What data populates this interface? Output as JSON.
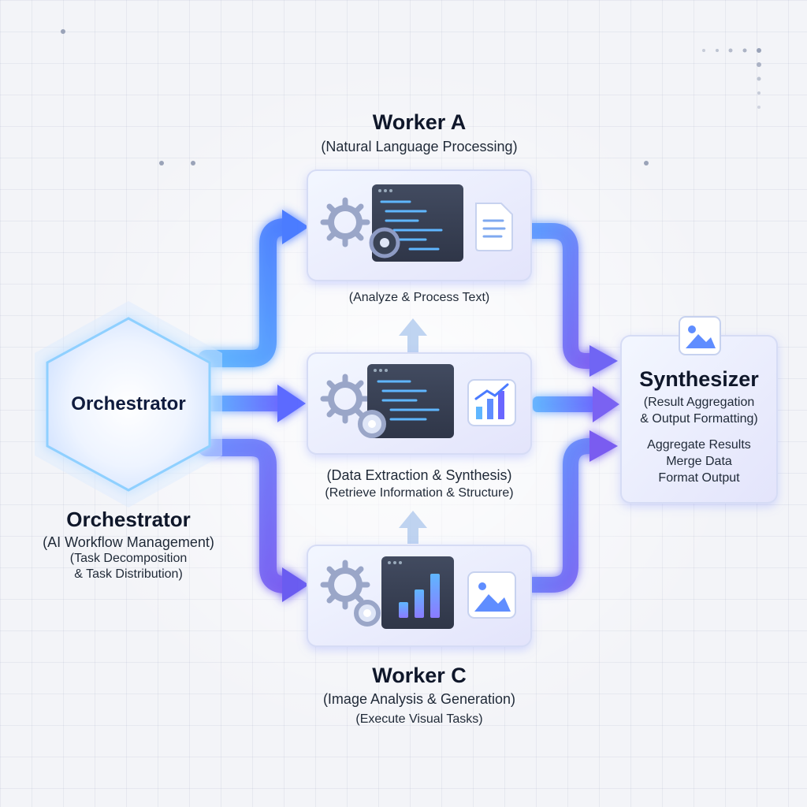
{
  "orchestrator": {
    "center_label": "Orchestrator",
    "title": "Orchestrator",
    "subtitle": "(AI Workflow Management)",
    "detail_line1": "(Task Decomposition",
    "detail_line2": "& Task Distribution)"
  },
  "worker_a": {
    "title": "Worker A",
    "subtitle": "(Natural Language Processing)",
    "task": "(Analyze & Process Text)",
    "icons": [
      "gear-icon",
      "code-window-icon",
      "document-icon"
    ]
  },
  "worker_b": {
    "subtitle": "(Data Extraction & Synthesis)",
    "task": "(Retrieve Information & Structure)",
    "icons": [
      "gear-icon",
      "code-window-icon",
      "chart-icon"
    ]
  },
  "worker_c": {
    "title": "Worker C",
    "subtitle": "(Image Analysis & Generation)",
    "task": "(Execute Visual Tasks)",
    "icons": [
      "gear-icon",
      "bar-chart-window-icon",
      "image-icon"
    ]
  },
  "synthesizer": {
    "title": "Synthesizer",
    "subtitle_line1": "(Result Aggregation",
    "subtitle_line2": "& Output Formatting)",
    "items": [
      "Aggregate Results",
      "Merge Data",
      "Format Output"
    ],
    "icon": "image-icon"
  },
  "colors": {
    "arrow_light": "#5fb6ff",
    "arrow_dark": "#7a5cf0",
    "card_fill": "#e8ecfb",
    "panel_dark": "#3a4356"
  }
}
